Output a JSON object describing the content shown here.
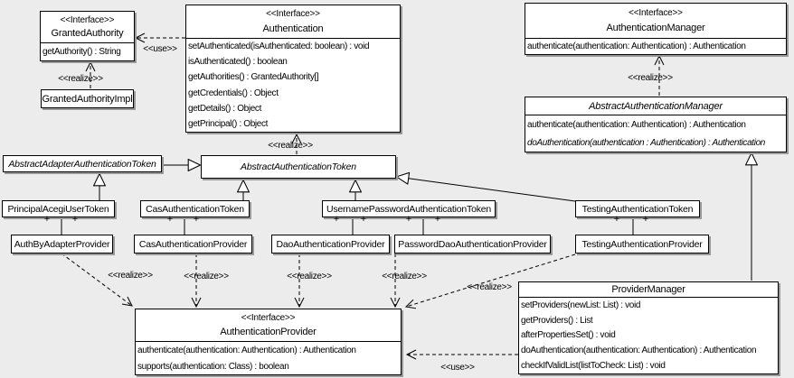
{
  "diagram": {
    "title": "Acegi Security authentication UML class diagram",
    "colors": {
      "background": "#ececec",
      "box_fill": "#ffffff",
      "line": "#000000",
      "shadow": "#999999"
    }
  },
  "labels": {
    "realize": "<<realize>>",
    "use": "<<use>>",
    "plus": "+"
  },
  "classes": {
    "granted_authority": {
      "stereotype": "<<Interface>>",
      "name": "GrantedAuthority",
      "methods": [
        "getAuthority() : String"
      ]
    },
    "granted_authority_impl": {
      "name": "GrantedAuthorityImpl"
    },
    "authentication": {
      "stereotype": "<<Interface>>",
      "name": "Authentication",
      "methods": [
        "setAuthenticated(isAuthenticated: boolean) : void",
        "isAuthenticated() : boolean",
        "getAuthorities() : GrantedAuthority[]",
        "getCredentials() : Object",
        "getDetails() : Object",
        "getPrincipal() : Object"
      ]
    },
    "authentication_manager": {
      "stereotype": "<<Interface>>",
      "name": "AuthenticationManager",
      "methods": [
        "authenticate(authentication: Authentication) : Authentication"
      ]
    },
    "abstract_authentication_manager": {
      "name": "AbstractAuthenticationManager",
      "methods": [
        "authenticate(authentication: Authentication) : Authentication",
        "doAuthentication(authentication : Authentication) : Authentication"
      ]
    },
    "abstract_adapter_authentication_token": {
      "name": "AbstractAdapterAuthenticationToken"
    },
    "abstract_authentication_token": {
      "name": "AbstractAuthenticationToken"
    },
    "principal_acegi_user_token": {
      "name": "PrincipalAcegiUserToken"
    },
    "cas_authentication_token": {
      "name": "CasAuthenticationToken"
    },
    "username_password_authentication_token": {
      "name": "UsernamePasswordAuthenticationToken"
    },
    "testing_authentication_token": {
      "name": "TestingAuthenticationToken"
    },
    "auth_by_adapter_provider": {
      "name": "AuthByAdapterProvider"
    },
    "cas_authentication_provider": {
      "name": "CasAuthenticationProvider"
    },
    "dao_authentication_provider": {
      "name": "DaoAuthenticationProvider"
    },
    "password_dao_authentication_provider": {
      "name": "PasswordDaoAuthenticationProvider"
    },
    "testing_authentication_provider": {
      "name": "TestingAuthenticationProvider"
    },
    "authentication_provider": {
      "stereotype": "<<Interface>>",
      "name": "AuthenticationProvider",
      "methods": [
        "authenticate(authentication: Authentication) : Authentication",
        "supports(authentication: Class) : boolean"
      ]
    },
    "provider_manager": {
      "name": "ProviderManager",
      "methods": [
        "setProviders(newList: List) : void",
        "getProviders() : List",
        "afterPropertiesSet() : void",
        "doAuthentication(authentication: Authentication) : Authentication",
        "checkIfValidList(listToCheck: List) : void"
      ]
    }
  }
}
